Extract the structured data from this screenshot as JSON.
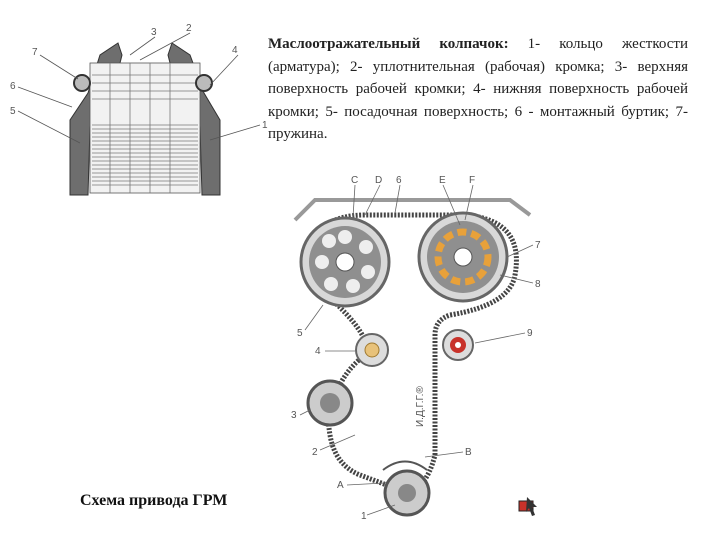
{
  "seal": {
    "labels": [
      "1",
      "2",
      "3",
      "4",
      "5",
      "6",
      "7"
    ]
  },
  "caption": {
    "title": "Маслоотражательный колпачок:",
    "text": " 1- кольцо жесткости (арматура); 2- уплотнительная (рабочая) кромка; 3- верхняя поверхность рабочей кромки; 4- нижняя поверхность рабочей кромки; 5- посадочная поверхность; 6 - монтажный буртик; 7- пружина."
  },
  "belt": {
    "letters": [
      "C",
      "D",
      "6",
      "E",
      "F",
      "7",
      "8",
      "9",
      "5",
      "4",
      "3",
      "2",
      "B",
      "A",
      "1"
    ],
    "watermark": "И.Д.Г.Г.®"
  },
  "scheme_title": "Схема привода ГРМ",
  "colors": {
    "orange": "#e8a13a",
    "red": "#c8322a",
    "gray": "#8a8a8a"
  },
  "icons": {
    "nav": "pointer-icon"
  }
}
